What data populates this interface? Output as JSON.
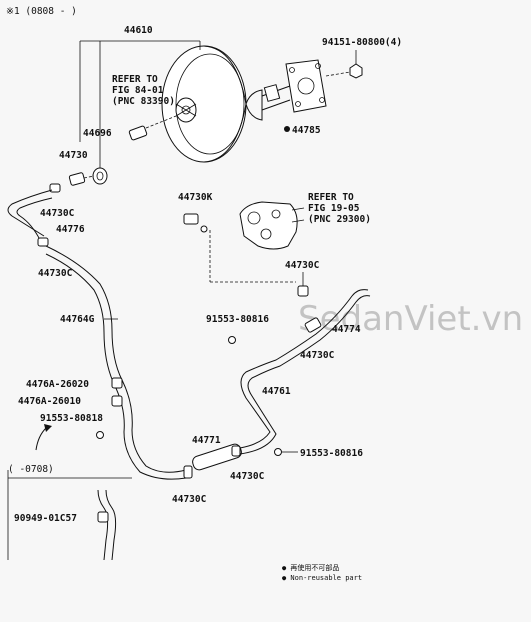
{
  "header_note": "※1 (0808 -    )",
  "watermark": "SedanViet.vn",
  "callouts": {
    "p44610": "44610",
    "p94151": "94151-80800(4)",
    "refer84_l1": "REFER TO",
    "refer84_l2": "FIG 84-01",
    "refer84_l3": "(PNC 83390)",
    "p44696": "44696",
    "p44785": "44785",
    "p44730": "44730",
    "p44730c_1": "44730C",
    "p44776": "44776",
    "p44730c_2": "44730C",
    "p44730k": "44730K",
    "refer19_l1": "REFER TO",
    "refer19_l2": "FIG 19-05",
    "refer19_l3": "(PNC 29300)",
    "p44730c_3": "44730C",
    "p44764g": "44764G",
    "p91553_1": "91553-80816",
    "p44774": "44774",
    "p44730c_4": "44730C",
    "p44761": "44761",
    "p4476a_20": "4476A-26020",
    "p4476a_10": "4476A-26010",
    "p91553_2": "91553-80818",
    "p44771": "44771",
    "p91553_3": "91553-80816",
    "p44730c_5": "44730C",
    "p44730c_6": "44730C",
    "box_header": "(   -0708)",
    "p90949": "90949-01C57"
  },
  "legend": {
    "line1": "● 再使用不可部品",
    "line2": "● Non-reusable part"
  }
}
